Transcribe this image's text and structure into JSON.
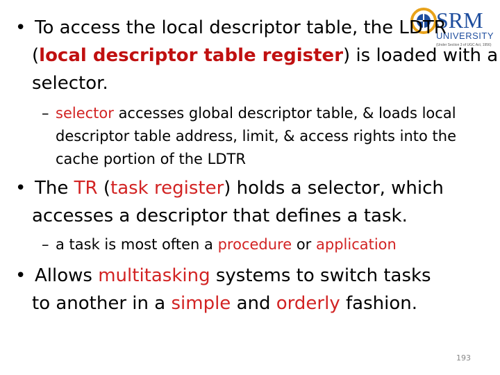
{
  "logo": {
    "name": "SRM",
    "subtitle": "UNIVERSITY",
    "tagline": "(Under Section 3 of UGC Act, 1956)"
  },
  "bullets": [
    {
      "marker": "•",
      "lines": [
        [
          "To access the local descriptor table, the LDTR"
        ],
        [
          "(",
          "local descriptor table register",
          ") is loaded with a"
        ],
        [
          "selector."
        ]
      ]
    },
    {
      "marker": "–",
      "lines": [
        [
          "selector",
          " accesses global descriptor table, & loads local"
        ],
        [
          "descriptor table address, limit, & access rights into the"
        ],
        [
          "cache portion of the LDTR"
        ]
      ]
    },
    {
      "marker": "•",
      "lines": [
        [
          "The ",
          "TR",
          " (",
          "task register",
          ") holds a selector, which"
        ],
        [
          "accesses a descriptor that defines a task."
        ]
      ]
    },
    {
      "marker": "–",
      "lines": [
        [
          "a task is most often a ",
          "procedure",
          " or ",
          "application"
        ]
      ]
    },
    {
      "marker": "•",
      "lines": [
        [
          "Allows ",
          "multitasking",
          " systems to switch tasks"
        ],
        [
          "to another in a ",
          "simple",
          " and ",
          "orderly",
          " fashion."
        ]
      ]
    }
  ],
  "page_number": "193",
  "colors": {
    "highlight": "#d22323",
    "logo_blue": "#1f4e9e",
    "logo_orange": "#e8a21a"
  }
}
